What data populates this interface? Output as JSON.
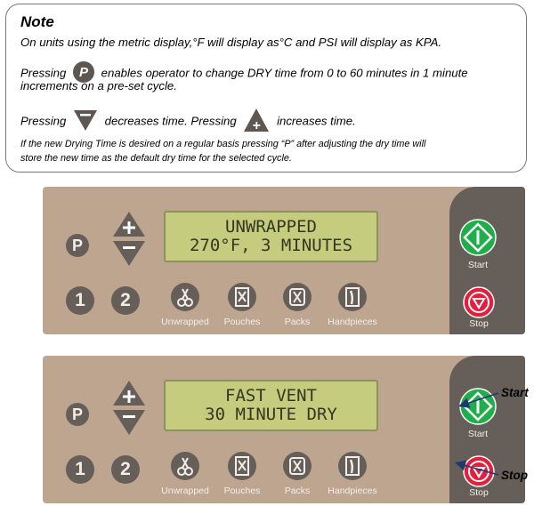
{
  "note": {
    "title": "Note",
    "line1": "On units using the metric display,°F will display as°C and PSI will display as KPA.",
    "pressing_p_before": "Pressing",
    "pressing_p_after": "enables operator to change DRY time from 0 to 60 minutes in 1 minute",
    "pressing_p_cont": "increments on a pre-set cycle.",
    "pressing_minus_before": "Pressing",
    "pressing_minus_after": "decreases time. Pressing",
    "pressing_plus_after": "increases time.",
    "default_line1": "If the new Drying Time is desired on a regular basis pressing “P” after adjusting the dry time will",
    "default_line2": "store the new time as the default dry time for the selected cycle.",
    "p_glyph": "P"
  },
  "panels": [
    {
      "lcd_line1": "UNWRAPPED",
      "lcd_line2": "270°F,  3 MINUTES"
    },
    {
      "lcd_line1": "FAST VENT",
      "lcd_line2": "30 MINUTE DRY"
    }
  ],
  "buttons": {
    "p": "P",
    "one": "1",
    "two": "2",
    "plus": "+",
    "unwrapped": "Unwrapped",
    "pouches": "Pouches",
    "packs": "Packs",
    "handpieces": "Handpieces",
    "start": "Start",
    "stop": "Stop"
  },
  "callouts": {
    "start": "Start",
    "stop": "Stop"
  },
  "colors": {
    "panel": "#bda58f",
    "panel_dark": "#665e58",
    "lcd": "#c6cc7e",
    "start_green": "#1fae4a",
    "stop_red": "#e2203d"
  }
}
